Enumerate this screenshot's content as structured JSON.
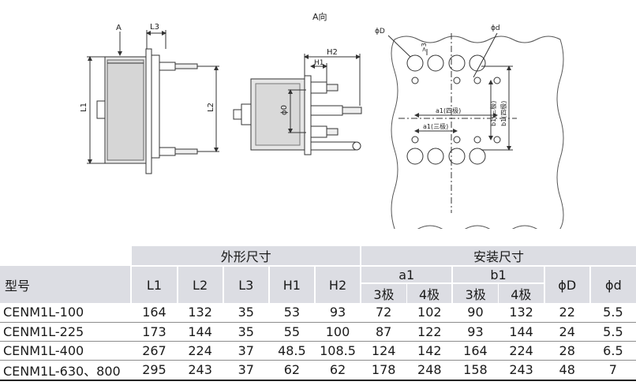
{
  "drawing": {
    "view_a_title": "A向",
    "side_view": {
      "arrow_label": "A",
      "dim_L3": "L3",
      "dim_L1": "L1",
      "dim_L2": "L2"
    },
    "front_view": {
      "dim_H1": "H1",
      "dim_H2": "H2",
      "dim_phi0": "ϕ0"
    },
    "mount_view": {
      "phiD": "ϕD",
      "phid": "ϕd",
      "gap_label": ">3",
      "a1_four": "a1(四极)",
      "a1_three": "a1(三极)",
      "b1_three": "b1(三极)",
      "b1_four": "b1(四极)"
    }
  },
  "table": {
    "model_header": "型号",
    "group_shape": "外形尺寸",
    "group_install": "安装尺寸",
    "shape_cols": [
      "L1",
      "L2",
      "L3",
      "H1",
      "H2"
    ],
    "a1_label": "a1",
    "b1_label": "b1",
    "pole_labels": [
      "3极",
      "4极",
      "3极",
      "4极"
    ],
    "phiD_label": "ϕD",
    "phid_label": "ϕd",
    "rows": [
      {
        "model": "CENM1L-100",
        "values": [
          "164",
          "132",
          "35",
          "53",
          "93",
          "72",
          "102",
          "90",
          "132",
          "22",
          "5.5"
        ]
      },
      {
        "model": "CENM1L-225",
        "values": [
          "173",
          "144",
          "35",
          "55",
          "100",
          "87",
          "122",
          "93",
          "144",
          "24",
          "5.5"
        ]
      },
      {
        "model": "CENM1L-400",
        "values": [
          "267",
          "224",
          "37",
          "48.5",
          "108.5",
          "124",
          "142",
          "164",
          "224",
          "28",
          "6.5"
        ]
      },
      {
        "model": "CENM1L-630、800",
        "values": [
          "295",
          "243",
          "37",
          "62",
          "62",
          "178",
          "248",
          "158",
          "243",
          "48",
          "7"
        ]
      }
    ]
  }
}
